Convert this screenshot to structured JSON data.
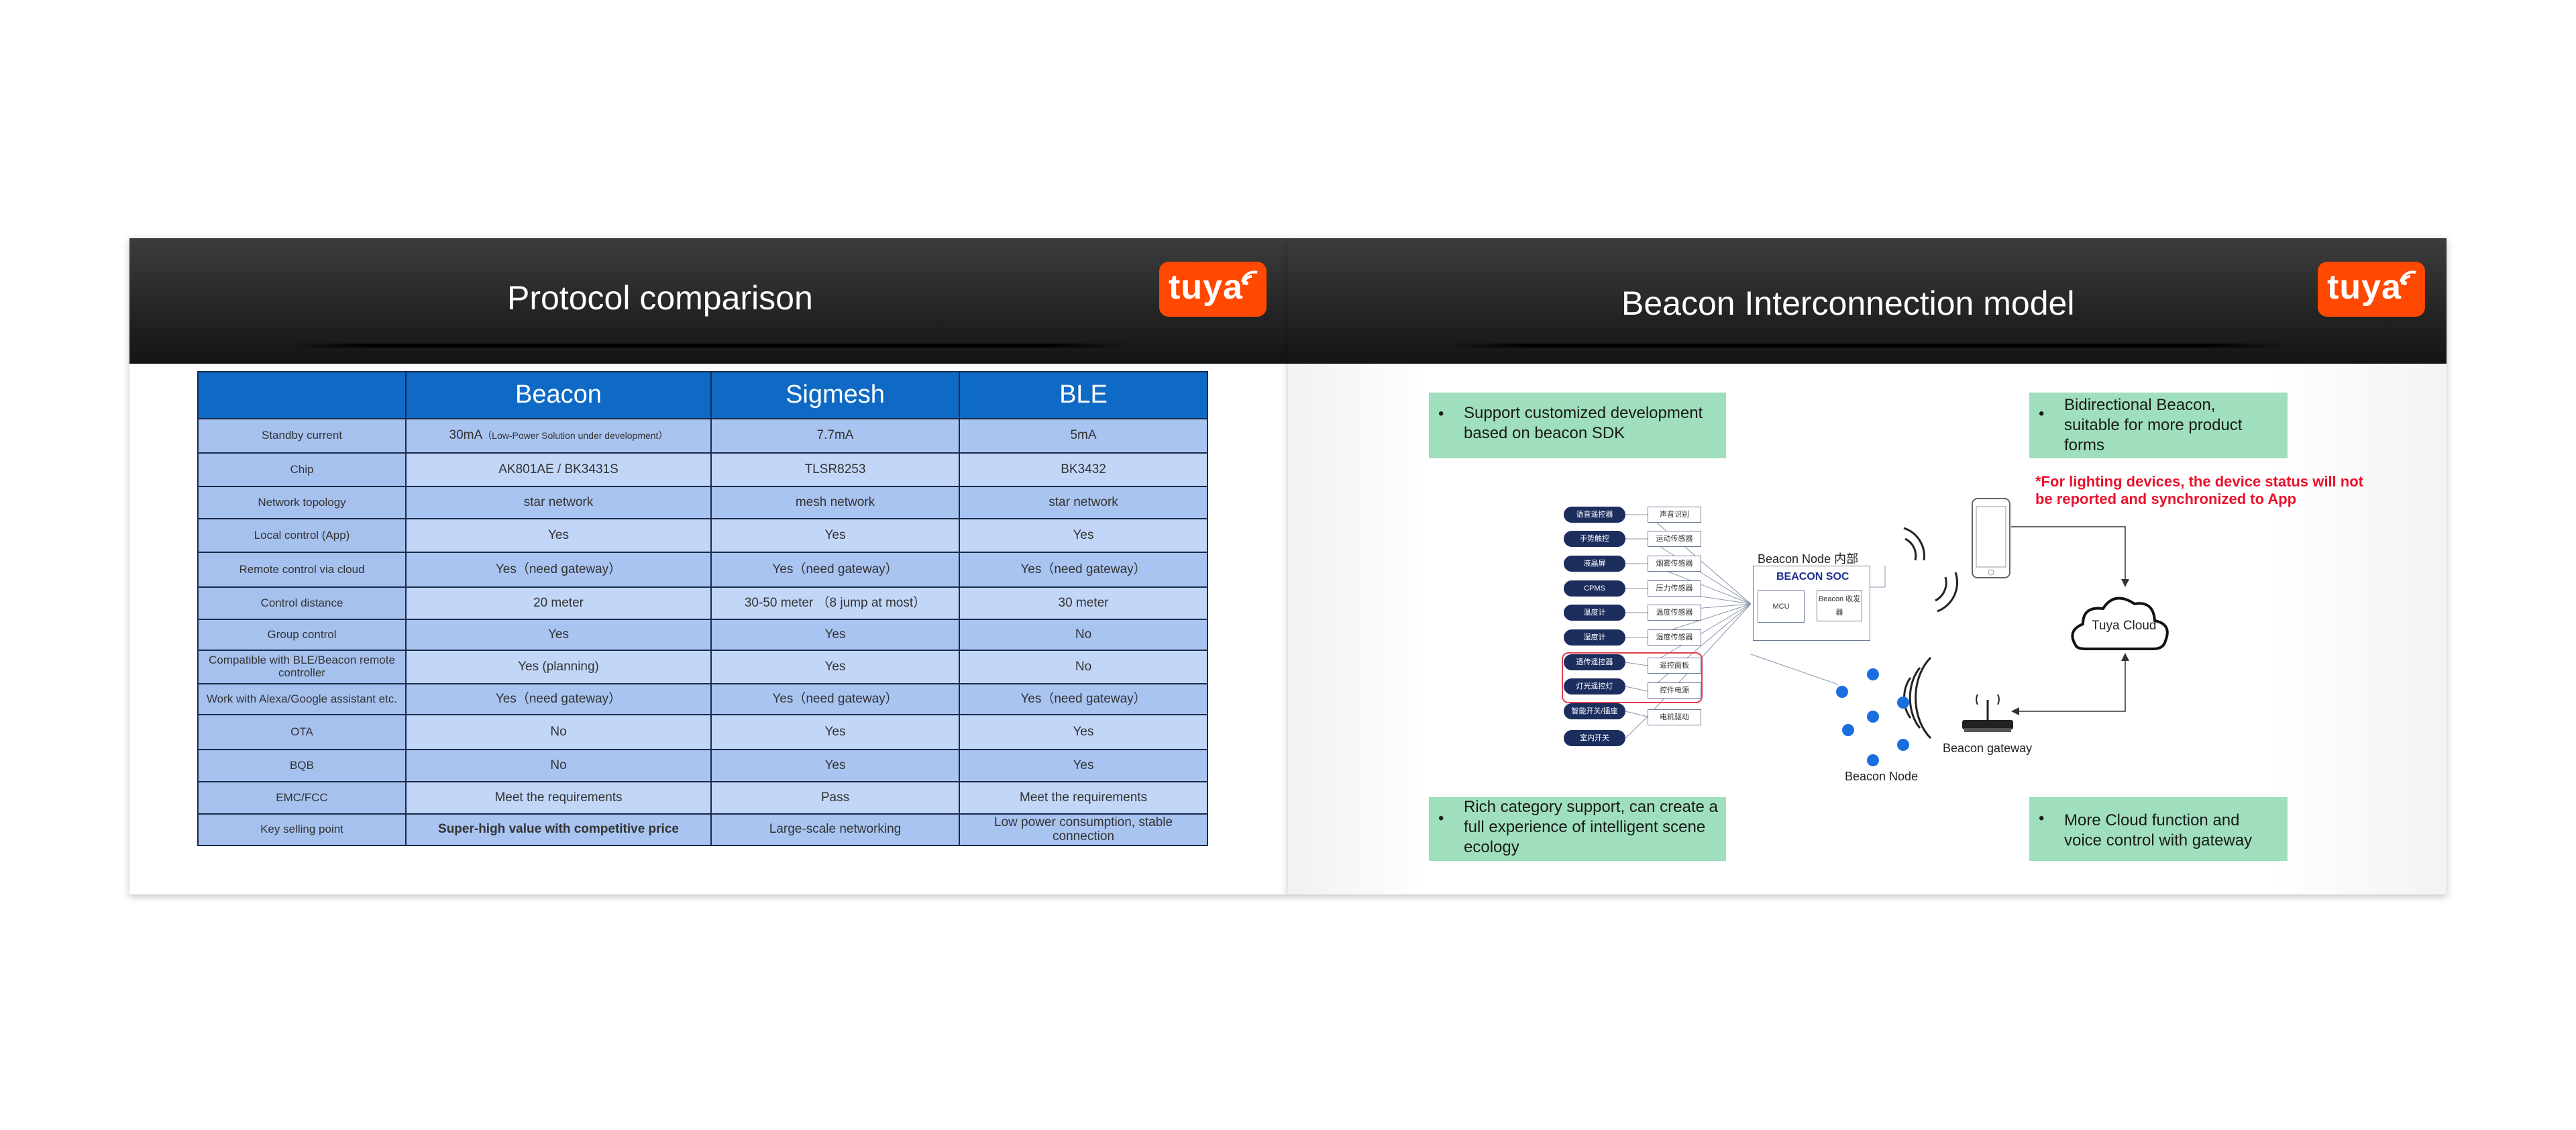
{
  "brand": {
    "logo_text": "tuya",
    "logo_color": "#ff4800"
  },
  "left_slide": {
    "title": "Protocol comparison",
    "table": {
      "headers": [
        "",
        "Beacon",
        "Sigmesh",
        "BLE"
      ],
      "rows": [
        {
          "feature": "Standby current",
          "beacon": "30mA",
          "beacon_note": "（Low-Power Solution under development）",
          "sigmesh": "7.7mA",
          "ble": "5mA"
        },
        {
          "feature": "Chip",
          "beacon": "AK801AE / BK3431S",
          "sigmesh": "TLSR8253",
          "ble": "BK3432"
        },
        {
          "feature": "Network topology",
          "beacon": "star network",
          "sigmesh": "mesh network",
          "ble": "star network"
        },
        {
          "feature": "Local control (App)",
          "beacon": "Yes",
          "sigmesh": "Yes",
          "ble": "Yes"
        },
        {
          "feature": "Remote control via cloud",
          "beacon": "Yes（need gateway）",
          "sigmesh": "Yes（need gateway）",
          "ble": "Yes（need gateway）"
        },
        {
          "feature": "Control distance",
          "beacon": "20 meter",
          "sigmesh": "30-50 meter （8 jump at most）",
          "ble": "30 meter"
        },
        {
          "feature": "Group control",
          "beacon": "Yes",
          "sigmesh": "Yes",
          "ble": "No"
        },
        {
          "feature": "Compatible with BLE/Beacon remote controller",
          "beacon": "Yes (planning)",
          "sigmesh": "Yes",
          "ble": "No"
        },
        {
          "feature": "Work with Alexa/Google assistant etc.",
          "beacon": "Yes（need gateway）",
          "sigmesh": "Yes（need gateway）",
          "ble": "Yes（need gateway）"
        },
        {
          "feature": "OTA",
          "beacon": "No",
          "sigmesh": "Yes",
          "ble": "Yes"
        },
        {
          "feature": "BQB",
          "beacon": "No",
          "sigmesh": "Yes",
          "ble": "Yes"
        },
        {
          "feature": "EMC/FCC",
          "beacon": "Meet the requirements",
          "sigmesh": "Pass",
          "ble": "Meet the requirements"
        },
        {
          "feature": "Key selling point",
          "beacon": "Super-high value with competitive price",
          "sigmesh": "Large-scale networking",
          "ble": "Low power consumption, stable connection"
        }
      ]
    }
  },
  "right_slide": {
    "title": "Beacon Interconnection model",
    "box_top_left": "Support customized development based on beacon SDK",
    "box_top_right": "Bidirectional Beacon, suitable for more product forms",
    "box_bottom_left": "Rich category support, can create a full experience of intelligent scene ecology",
    "box_bottom_right": "More Cloud function and voice control with gateway",
    "bullet": "•",
    "lighting_note": "*For lighting devices, the device status will not be reported and synchronized to App",
    "diagram": {
      "controllers": [
        "语音遥控器",
        "手势触控",
        "液晶屏",
        "CPMS",
        "温度计",
        "湿度计",
        "透传遥控器",
        "灯光遥控灯",
        "智能开关/插座",
        "室内开关"
      ],
      "sensors": [
        "声音识别",
        "运动传感器",
        "烟雾传感器",
        "压力传感器",
        "温度传感器",
        "湿度传感器",
        "遥控面板",
        "控件电源",
        "电机驱动"
      ],
      "node_inner_label": "Beacon Node 内部",
      "soc_label": "BEACON SOC",
      "mcu_label": "MCU",
      "beacon_sub_label": "Beacon 收发器",
      "beacon_node_label": "Beacon Node",
      "gateway_label": "Beacon gateway",
      "cloud_label": "Tuya Cloud"
    }
  }
}
